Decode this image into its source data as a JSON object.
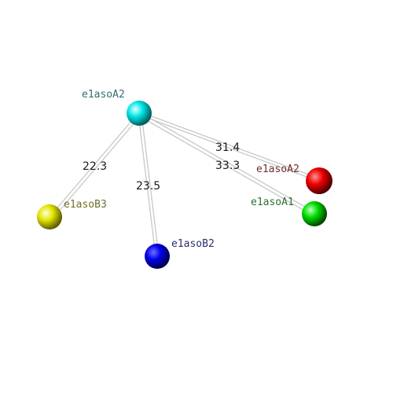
{
  "atoms": {
    "a2_cyan": {
      "label": "e1asoA2",
      "color": "#00e5e5",
      "label_color": "#2e7070"
    },
    "b3_yellow": {
      "label": "e1asoB3",
      "color": "#e5e500",
      "label_color": "#70702e"
    },
    "b2_blue": {
      "label": "e1asoB2",
      "color": "#0000ee",
      "label_color": "#2e2e70"
    },
    "a2_red": {
      "label": "e1asoA2",
      "color": "#ee0000",
      "label_color": "#702e2e"
    },
    "a1_green": {
      "label": "e1asoA1",
      "color": "#00dd00",
      "label_color": "#2e702e"
    }
  },
  "distances": {
    "to_b3": "22.3",
    "to_b2": "23.5",
    "to_red": "31.4",
    "to_green": "33.3"
  }
}
